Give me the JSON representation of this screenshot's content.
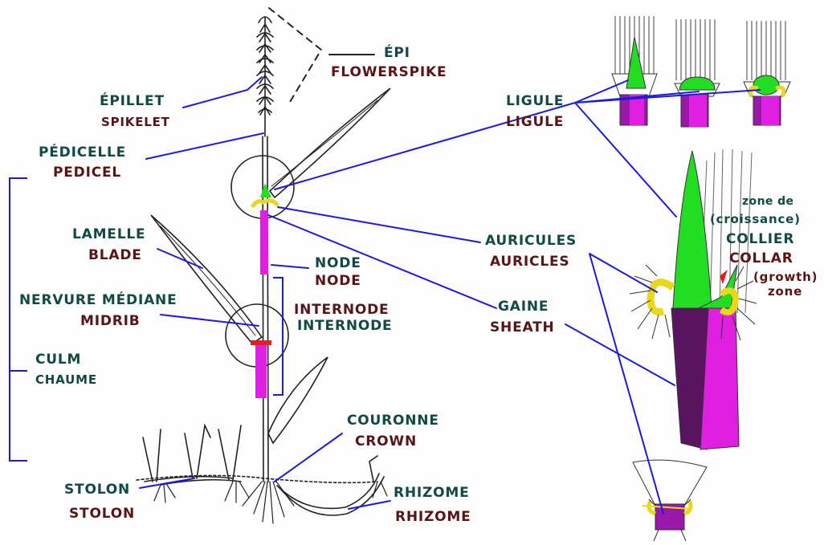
{
  "colors": {
    "french_text": "#114a45",
    "english_text": "#5a1414",
    "leader_line": "#1a1ae0",
    "ligule": "#22dd22",
    "sheath": "#e020e0",
    "auricle": "#f2e022",
    "collar_arrow": "#e02020"
  },
  "labels": {
    "epi": "ÉPI",
    "flowerspike": "FLOWERSPIKE",
    "epillet": "ÉPILLET",
    "spikelet": "SPIKELET",
    "pedicelle": "PÉDICELLE",
    "pedicel": "PEDICEL",
    "lamelle": "LAMELLE",
    "blade": "BLADE",
    "nervure": "NERVURE MÉDIANE",
    "midrib": "MIDRIB",
    "culm": "CULM",
    "chaume": "CHAUME",
    "node_fr": "NODE",
    "node_en": "NODE",
    "internode_fr": "INTERNODE",
    "internode_en": "INTERNODE",
    "couronne": "COURONNE",
    "crown": "CROWN",
    "stolon_fr": "STOLON",
    "stolon_en": "STOLON",
    "rhizome_fr": "RHIZOME",
    "rhizome_en": "RHIZOME",
    "ligule_fr": "LIGULE",
    "ligule_en": "LIGULE",
    "auricules": "AURICULES",
    "auricles": "AURICLES",
    "gaine": "GAINE",
    "sheath": "SHEATH",
    "zone_de": "zone de",
    "croissance": "(croissance)",
    "collier": "COLLIER",
    "collar": "COLLAR",
    "growth": "(growth)",
    "zone": "zone"
  }
}
